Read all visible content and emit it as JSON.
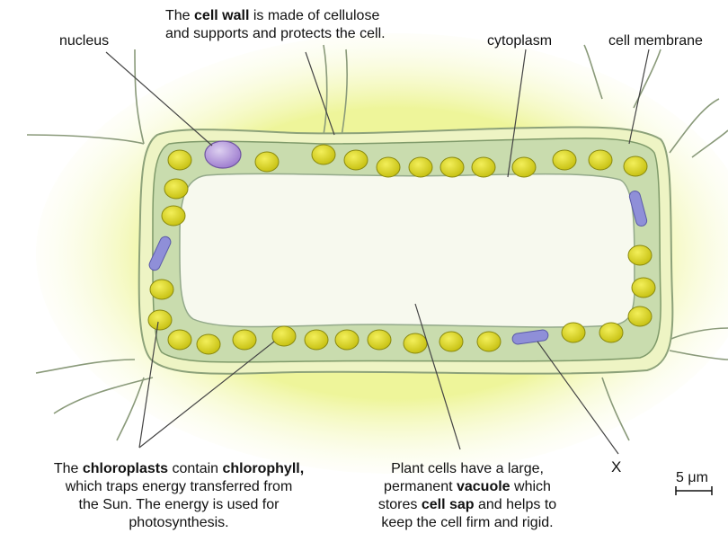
{
  "labels": {
    "nucleus": "nucleus",
    "cell_wall": [
      "The ",
      "cell wall",
      " is made of cellulose",
      "and supports and protects the cell."
    ],
    "cytoplasm": "cytoplasm",
    "cell_membrane": "cell membrane",
    "chloroplasts": [
      "The ",
      "chloroplasts",
      " contain ",
      "chlorophyll,",
      "which traps energy transferred from",
      "the Sun. The energy is used for",
      "photosynthesis."
    ],
    "vacuole": [
      "Plant cells have a large,",
      "permanent ",
      "vacuole",
      " which",
      "stores ",
      "cell sap",
      " and helps to",
      "keep the cell firm and rigid."
    ],
    "x_marker": "X",
    "scale_bar": "5 μm"
  },
  "colors": {
    "halo": "#eef59a",
    "wall": "#f2f7c6",
    "cytoplasm": "#cfe0b2",
    "vacuole": "#f7f9ee",
    "chloroplast": "#d7d21e",
    "chloroplast_edge": "#8a8a10",
    "nucleus": "#b79ad8",
    "mitochondrion": "#8f8fd8",
    "line": "#444444"
  }
}
